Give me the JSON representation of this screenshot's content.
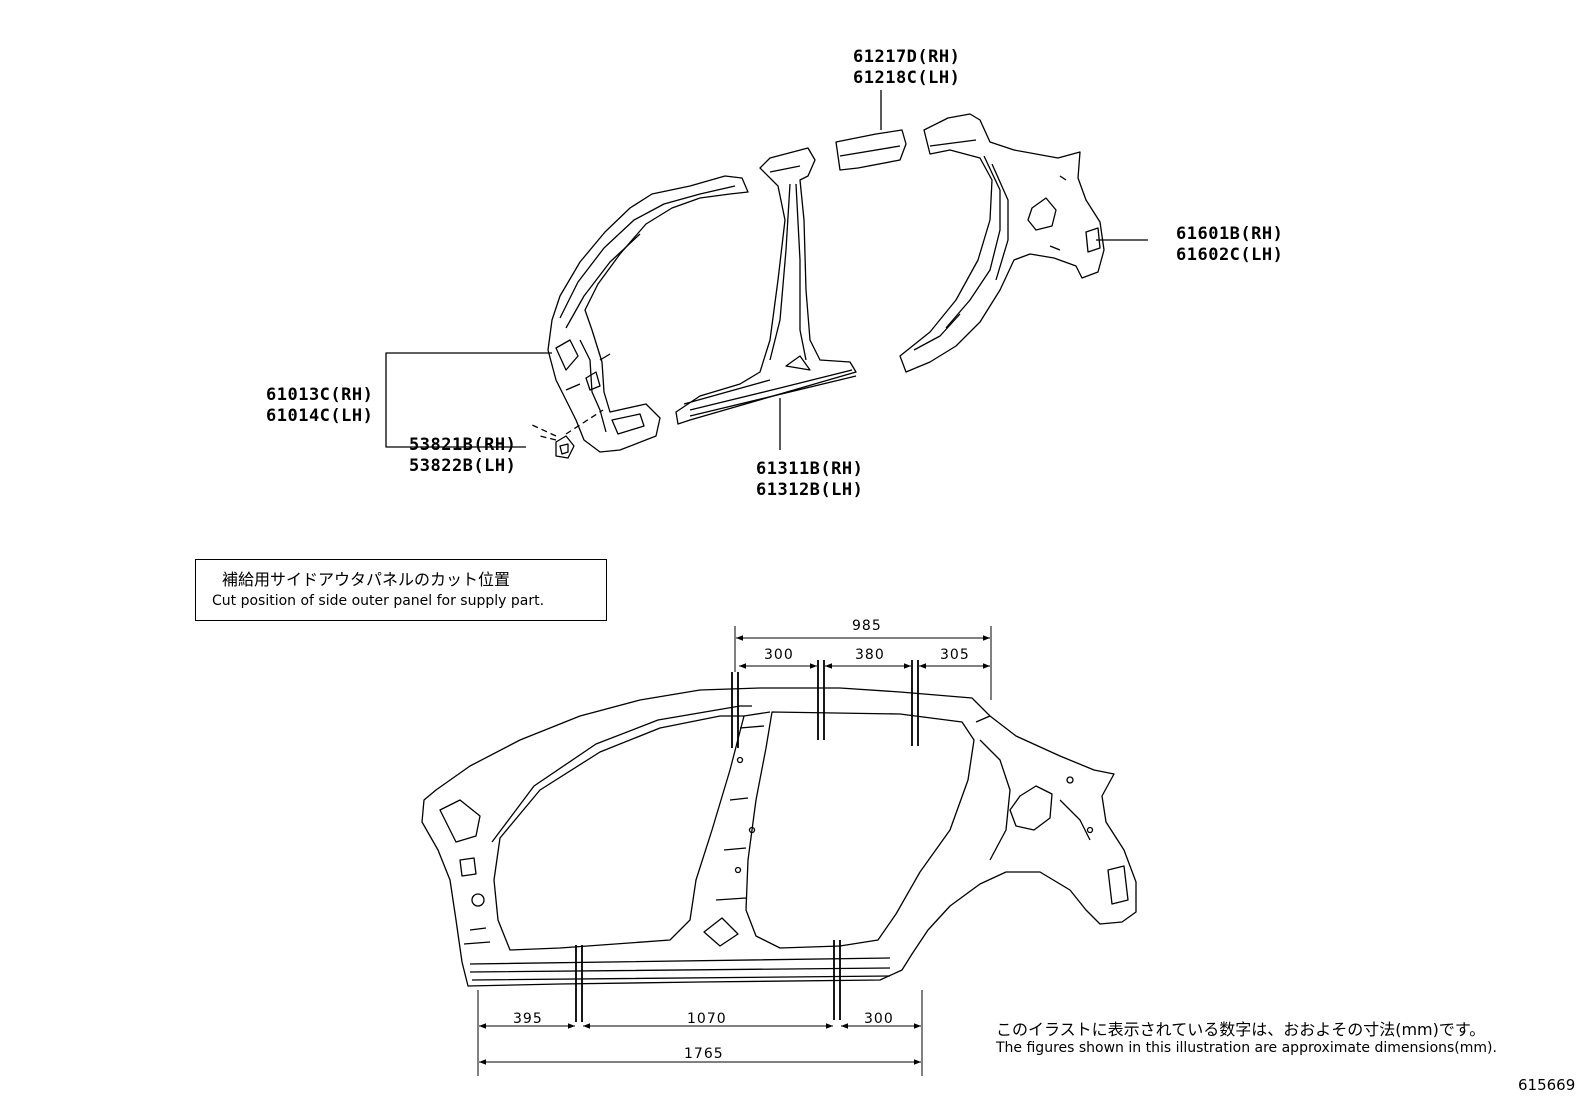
{
  "part_labels": {
    "part_61217": {
      "rh": "61217D(RH)",
      "lh": "61218C(LH)"
    },
    "part_61601": {
      "rh": "61601B(RH)",
      "lh": "61602C(LH)"
    },
    "part_61013": {
      "rh": "61013C(RH)",
      "lh": "61014C(LH)"
    },
    "part_53821": {
      "rh": "53821B(RH)",
      "lh": "53822B(LH)"
    },
    "part_61311": {
      "rh": "61311B(RH)",
      "lh": "61312B(LH)"
    }
  },
  "cut_box": {
    "jp": "補給用サイドアウタパネルのカット位置",
    "en": "Cut position of side outer panel for supply part."
  },
  "dimensions": {
    "top_total": "985",
    "top_a": "300",
    "top_b": "380",
    "top_c": "305",
    "bottom_a": "395",
    "bottom_b": "1070",
    "bottom_c": "300",
    "bottom_total": "1765"
  },
  "note": {
    "jp": "このイラストに表示されている数字は、おおよその寸法(mm)です。",
    "en": "The figures shown in this illustration are approximate dimensions(mm)."
  },
  "illustration_code": "615669"
}
